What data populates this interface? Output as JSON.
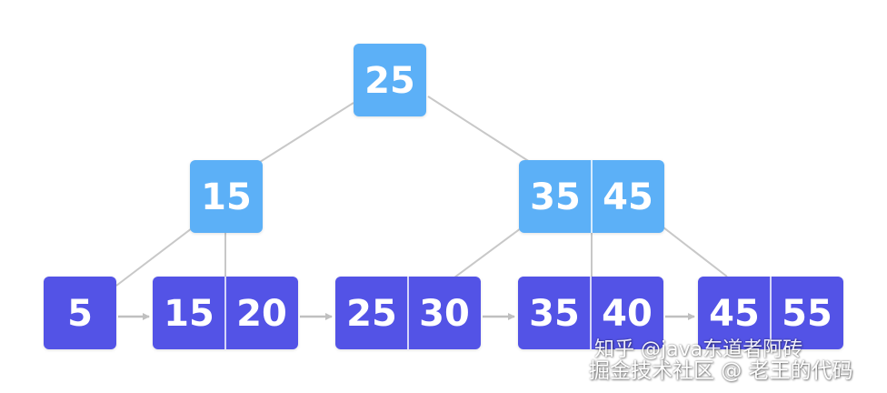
{
  "colors": {
    "internal_node": "#5cb0f7",
    "leaf_node": "#5252e6",
    "edge": "#c8c8c8",
    "text": "#ffffff"
  },
  "tree": {
    "internal_nodes": [
      {
        "id": "root",
        "keys": [
          "25"
        ]
      },
      {
        "id": "left-internal",
        "keys": [
          "15"
        ]
      },
      {
        "id": "right-internal",
        "keys": [
          "35",
          "45"
        ]
      }
    ],
    "leaf_nodes": [
      {
        "id": "leaf-1",
        "keys": [
          "5"
        ]
      },
      {
        "id": "leaf-2",
        "keys": [
          "15",
          "20"
        ]
      },
      {
        "id": "leaf-3",
        "keys": [
          "25",
          "30"
        ]
      },
      {
        "id": "leaf-4",
        "keys": [
          "35",
          "40"
        ]
      },
      {
        "id": "leaf-5",
        "keys": [
          "45",
          "55"
        ]
      }
    ],
    "edges": [
      [
        "root",
        "left-internal"
      ],
      [
        "root",
        "right-internal"
      ],
      [
        "left-internal",
        "leaf-1"
      ],
      [
        "left-internal",
        "leaf-2"
      ],
      [
        "right-internal",
        "leaf-3"
      ],
      [
        "right-internal",
        "leaf-4"
      ],
      [
        "right-internal",
        "leaf-5"
      ]
    ],
    "leaf_links": [
      [
        "leaf-1",
        "leaf-2"
      ],
      [
        "leaf-2",
        "leaf-3"
      ],
      [
        "leaf-3",
        "leaf-4"
      ],
      [
        "leaf-4",
        "leaf-5"
      ]
    ]
  },
  "watermark": {
    "line1": "知乎 @java东道者阿砖",
    "line2": "掘金技术社区 @ 老王的代码"
  }
}
